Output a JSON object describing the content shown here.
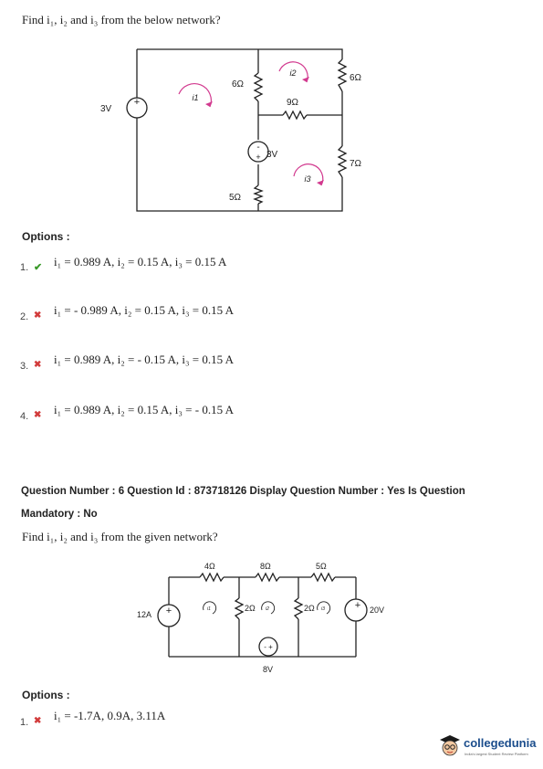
{
  "q1": {
    "title": "Find i₁, i₂ and i₃ from the below network?",
    "circuit": {
      "src1": "3V",
      "r1": "6Ω",
      "r2": "9Ω",
      "r3": "6Ω",
      "src2": "3V",
      "r4": "7Ω",
      "r5": "5Ω",
      "i1": "i1",
      "i2": "i2",
      "i3": "i3"
    },
    "options_label": "Options :",
    "options": [
      {
        "num": "1.",
        "mark": "✔",
        "text": "i₁ = 0.989 A, i₂ = 0.15 A, i₃ = 0.15 A"
      },
      {
        "num": "2.",
        "mark": "✖",
        "text": "i₁ = - 0.989 A, i₂ = 0.15 A, i₃ = 0.15 A"
      },
      {
        "num": "3.",
        "mark": "✖",
        "text": "i₁ = 0.989 A,  i₂ = - 0.15 A, i₃ = 0.15 A"
      },
      {
        "num": "4.",
        "mark": "✖",
        "text": "i₁ = 0.989 A, i₂ = 0.15 A, i₃ = - 0.15 A"
      }
    ]
  },
  "q2": {
    "meta_line1": "Question Number : 6 Question Id : 873718126 Display Question Number : Yes Is Question",
    "meta_line2": "Mandatory : No",
    "title": "Find i₁, i₂ and i₃ from the given network?",
    "circuit": {
      "src1": "12A",
      "r1": "4Ω",
      "r2": "8Ω",
      "r3": "5Ω",
      "r4": "2Ω",
      "r5": "2Ω",
      "src2": "8V",
      "src3": "20V",
      "i1": "i1",
      "i2": "i2",
      "i3": "i3"
    },
    "options_label": "Options :",
    "options": [
      {
        "num": "1.",
        "mark": "✖",
        "text": "i₁ = -1.7A, 0.9A, 3.11A"
      }
    ]
  },
  "logo": {
    "name": "collegedunia",
    "tagline": "India's largest Student Review Platform"
  }
}
